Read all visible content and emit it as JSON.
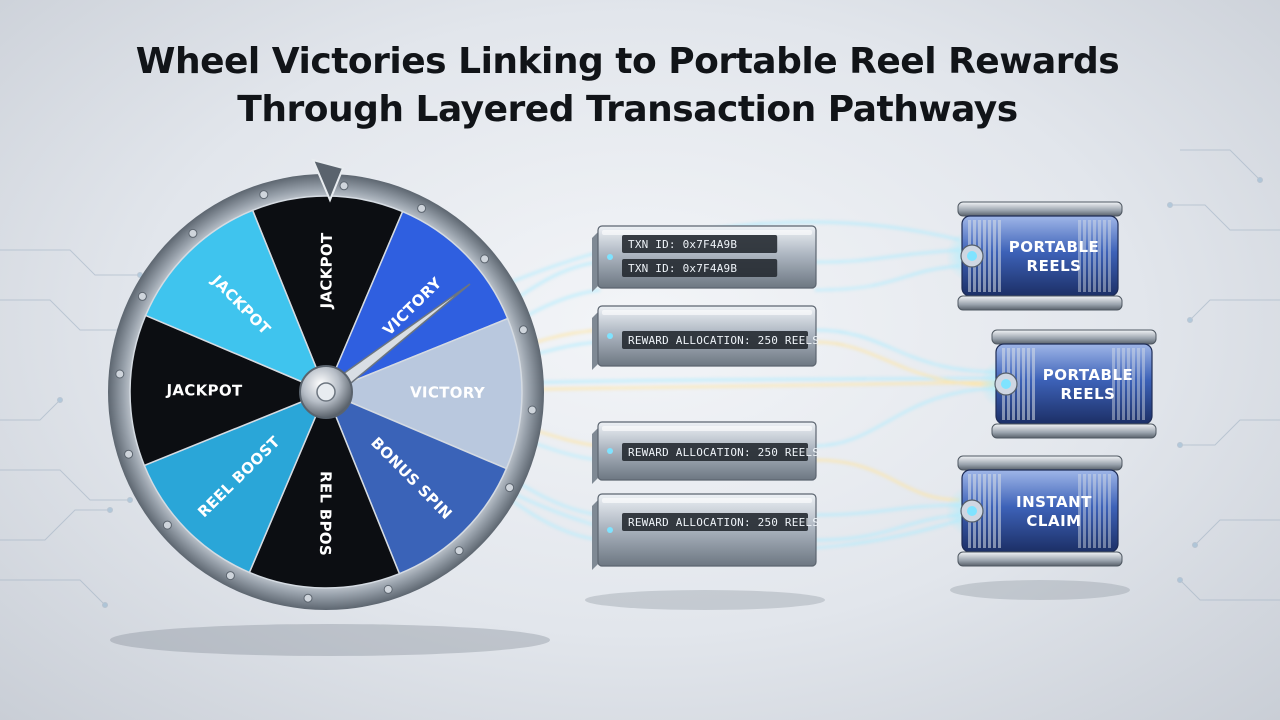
{
  "title": {
    "line1": "Wheel Victories Linking to Portable Reel Rewards",
    "line2": "Through Layered Transaction Pathways"
  },
  "wheel": {
    "segments": [
      {
        "label": "JACKPOT",
        "color": "#0c0e12"
      },
      {
        "label": "VICTORY",
        "color": "#2f5fe0"
      },
      {
        "label": "VICTORY",
        "color": "#b9c8de"
      },
      {
        "label": "BONUS SPIN",
        "color": "#3a63b8"
      },
      {
        "label": "REL BPOS",
        "color": "#0c0e12"
      },
      {
        "label": "REEL BOOST",
        "color": "#2aa6d8"
      },
      {
        "label": "JACKPOT",
        "color": "#0c0e12"
      },
      {
        "label": "JACKPOT",
        "color": "#3fc4ee"
      }
    ]
  },
  "ledger": {
    "servers": [
      {
        "lines": [
          "TXN ID: 0x7F4A9B",
          "TXN ID: 0x7F4A9B"
        ]
      },
      {
        "lines": [
          "REWARD ALLOCATION: 250 REELS"
        ]
      },
      {
        "lines": [
          "REWARD ALLOCATION: 250 REELS"
        ]
      },
      {
        "lines": [
          "REWARD ALLOCATION: 250 REELS"
        ]
      }
    ]
  },
  "reels": [
    {
      "line1": "PORTABLE",
      "line2": "REELS"
    },
    {
      "line1": "PORTABLE",
      "line2": "REELS"
    },
    {
      "line1": "INSTANT",
      "line2": "CLAIM"
    }
  ],
  "colors": {
    "accent_cyan": "#7fe3ff",
    "accent_gold": "#ffd766",
    "title": "#111418"
  }
}
